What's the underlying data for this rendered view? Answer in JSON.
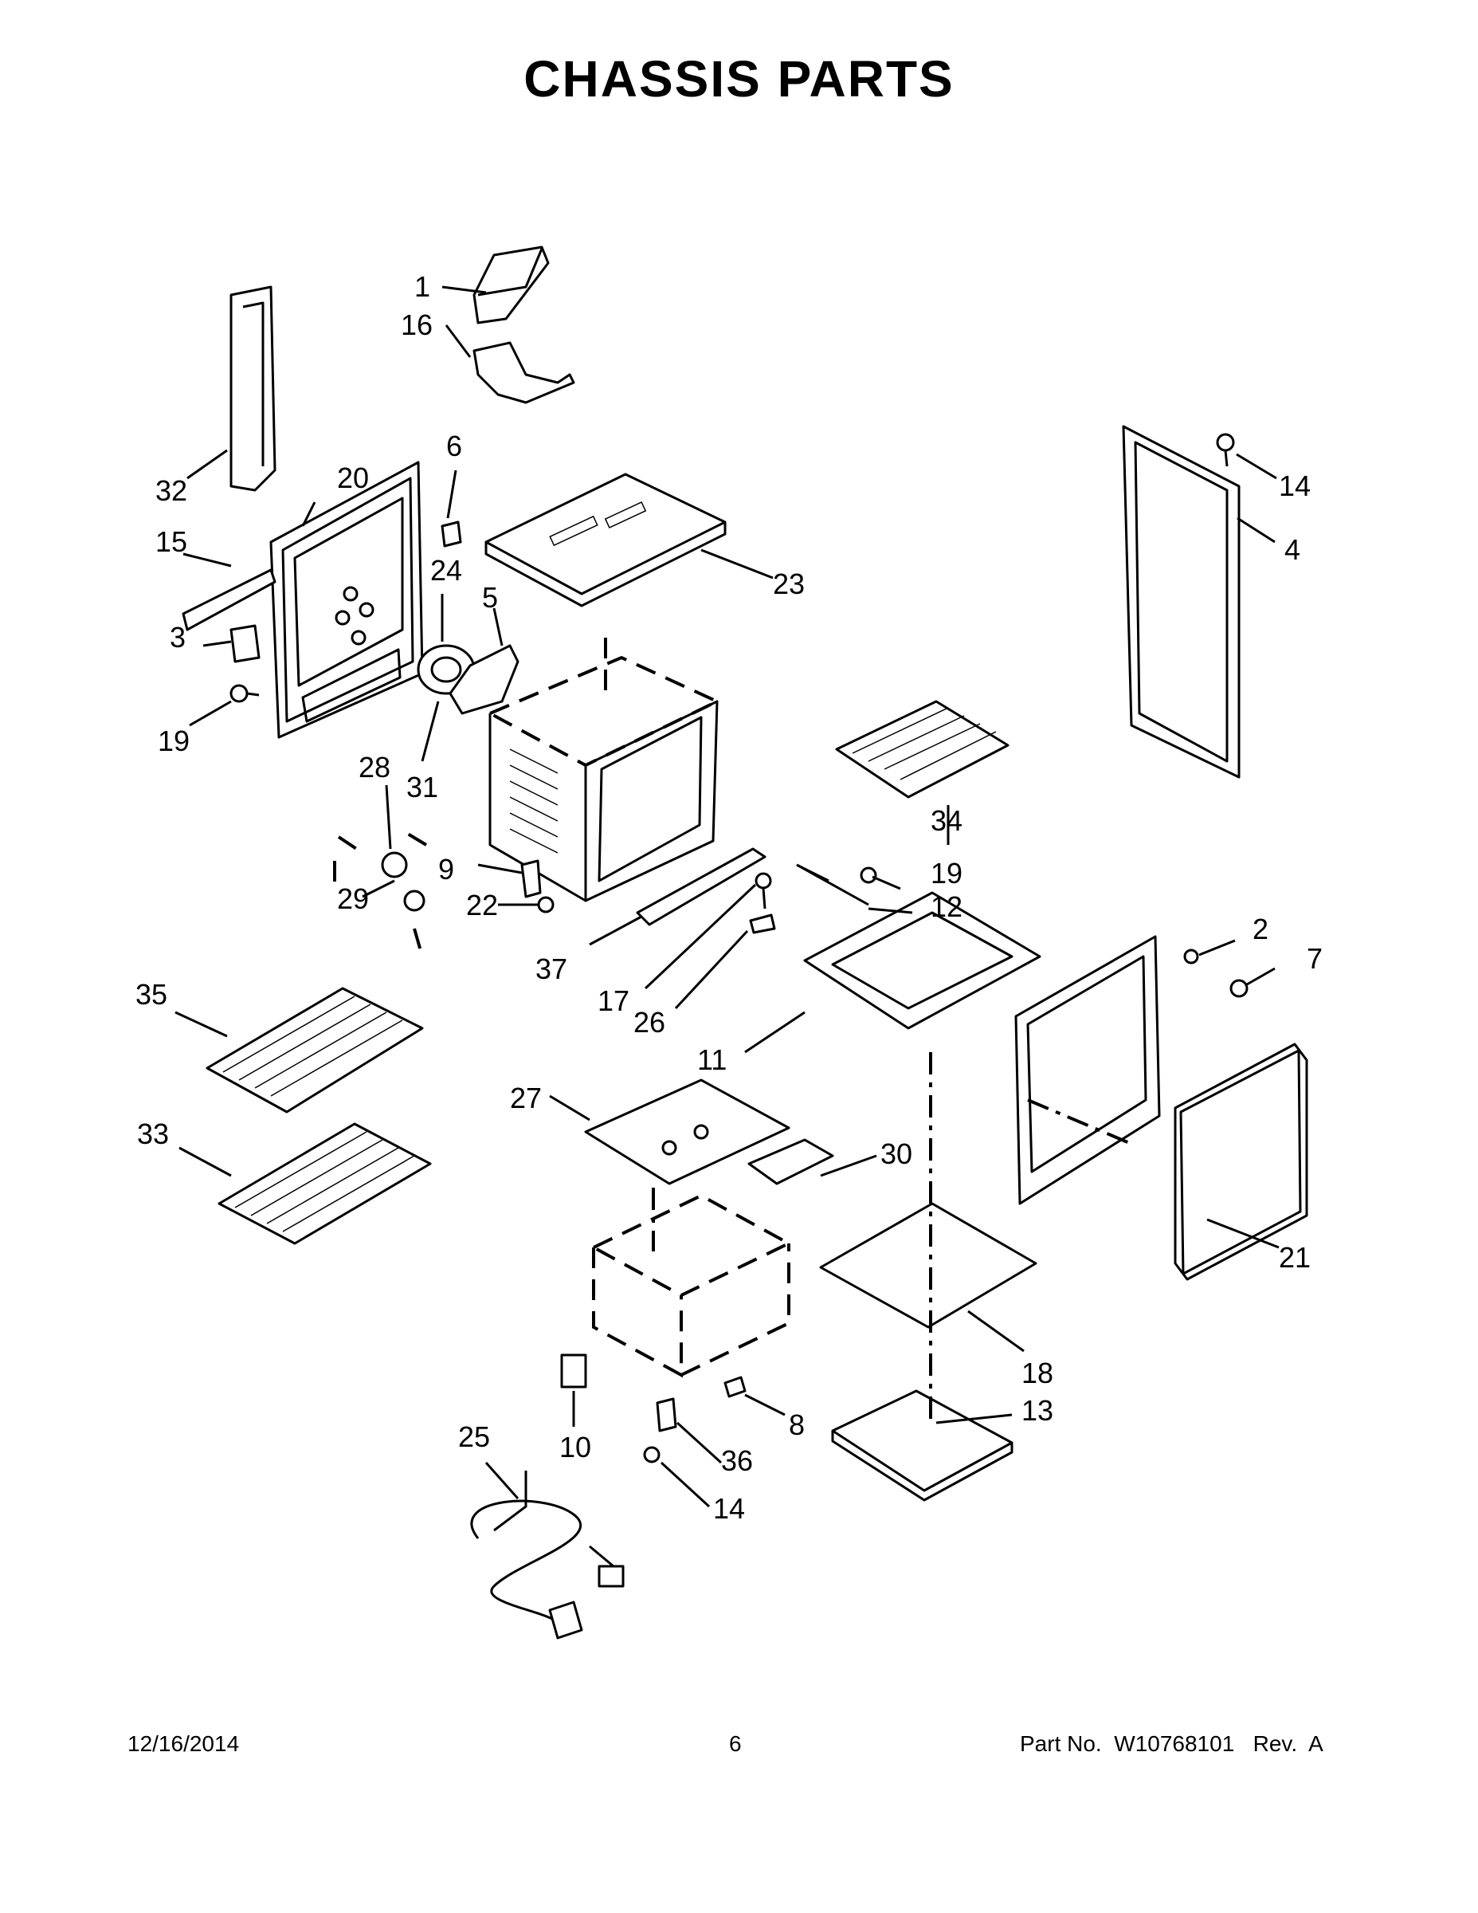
{
  "page": {
    "title": "CHASSIS PARTS",
    "footer_date": "12/16/2014",
    "footer_page": "6",
    "footer_part": "Part No.  W10768101   Rev.  A"
  },
  "callouts": [
    "1",
    "2",
    "3",
    "4",
    "5",
    "6",
    "7",
    "8",
    "9",
    "10",
    "11",
    "12",
    "13",
    "14",
    "15",
    "16",
    "17",
    "18",
    "19",
    "20",
    "21",
    "22",
    "23",
    "24",
    "25",
    "26",
    "27",
    "28",
    "29",
    "30",
    "31",
    "32",
    "33",
    "34",
    "35",
    "36",
    "37"
  ],
  "callout_labels": {
    "c1": "1",
    "c16": "16",
    "c32": "32",
    "c20": "20",
    "c6": "6",
    "c15": "15",
    "c24": "24",
    "c5": "5",
    "c3": "3",
    "c19a": "19",
    "c23": "23",
    "c14a": "14",
    "c4": "4",
    "c28": "28",
    "c31": "31",
    "c34": "34",
    "c29": "29",
    "c9": "9",
    "c22": "22",
    "c19b": "19",
    "c12": "12",
    "c2": "2",
    "c7": "7",
    "c37": "37",
    "c17": "17",
    "c26": "26",
    "c35": "35",
    "c11": "11",
    "c27": "27",
    "c30": "30",
    "c33": "33",
    "c21": "21",
    "c18": "18",
    "c10": "10",
    "c8": "8",
    "c13": "13",
    "c25": "25",
    "c36": "36",
    "c14b": "14"
  }
}
